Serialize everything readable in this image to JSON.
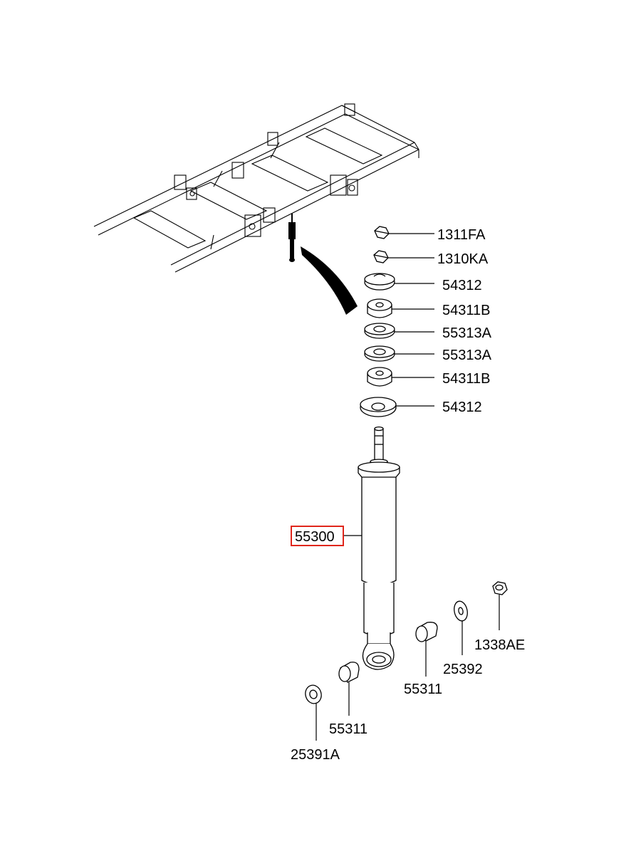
{
  "diagram": {
    "highlight_color": "#e0261b",
    "callouts": {
      "p1311fa": "1311FA",
      "p1310ka": "1310KA",
      "p54312_top": "54312",
      "p54311b_top": "54311B",
      "p55313a_top": "55313A",
      "p55313a_bottom": "55313A",
      "p54311b_bottom": "54311B",
      "p54312_bottom": "54312",
      "p55300": "55300",
      "p1338ae": "1338AE",
      "p25392": "25392",
      "p55311_right": "55311",
      "p55311_left": "55311",
      "p25391a": "25391A"
    }
  }
}
